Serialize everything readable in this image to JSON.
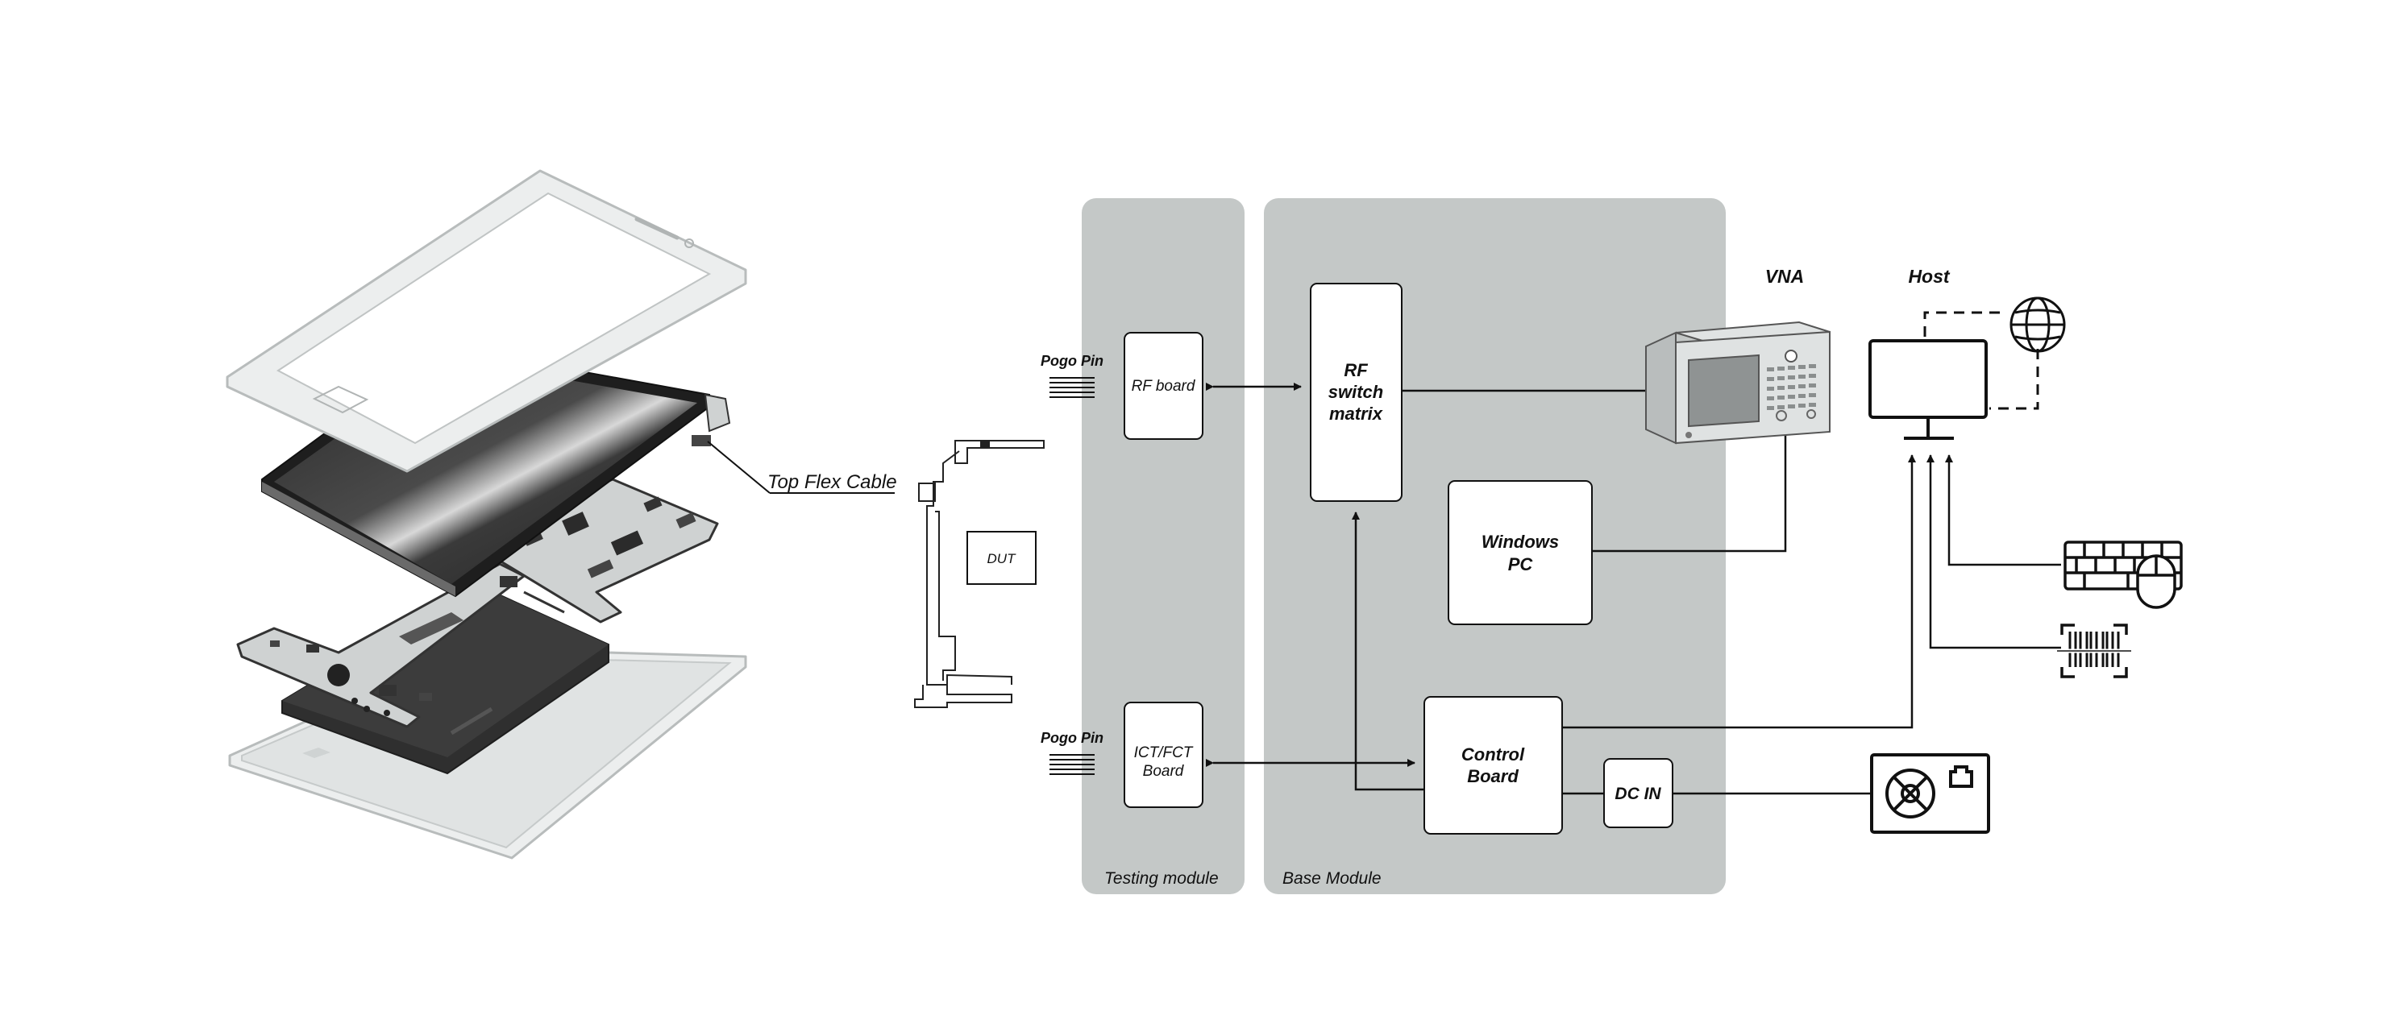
{
  "labels": {
    "top_flex_cable": "Top Flex Cable",
    "pogo_pin_top": "Pogo Pin",
    "pogo_pin_bottom": "Pogo Pin",
    "dut": "DUT",
    "rf_board": "RF board",
    "ict_fct_board": [
      "ICT/FCT",
      "Board"
    ],
    "rf_switch_matrix": [
      "RF",
      "switch",
      "matrix"
    ],
    "windows_pc": [
      "Windows",
      "PC"
    ],
    "control_board": [
      "Control",
      "Board"
    ],
    "dc_in": "DC IN",
    "testing_module": "Testing module",
    "base_module": "Base Module",
    "vna": "VNA",
    "host": "Host"
  },
  "icons": {
    "phone": "exploded-phone-icon",
    "flex_cable": "flex-cable-icon",
    "vna": "vna-instrument-icon",
    "host": "monitor-icon",
    "globe": "globe-icon",
    "keyboard": "keyboard-mouse-icon",
    "barcode": "barcode-scanner-icon",
    "power_supply": "power-supply-icon",
    "pogo_pin": "pogo-pin-icon"
  },
  "colors": {
    "module_bg": "#c4c8c7",
    "line": "#111111",
    "phone_light": "#e3e5e5",
    "phone_dark": "#333333"
  }
}
